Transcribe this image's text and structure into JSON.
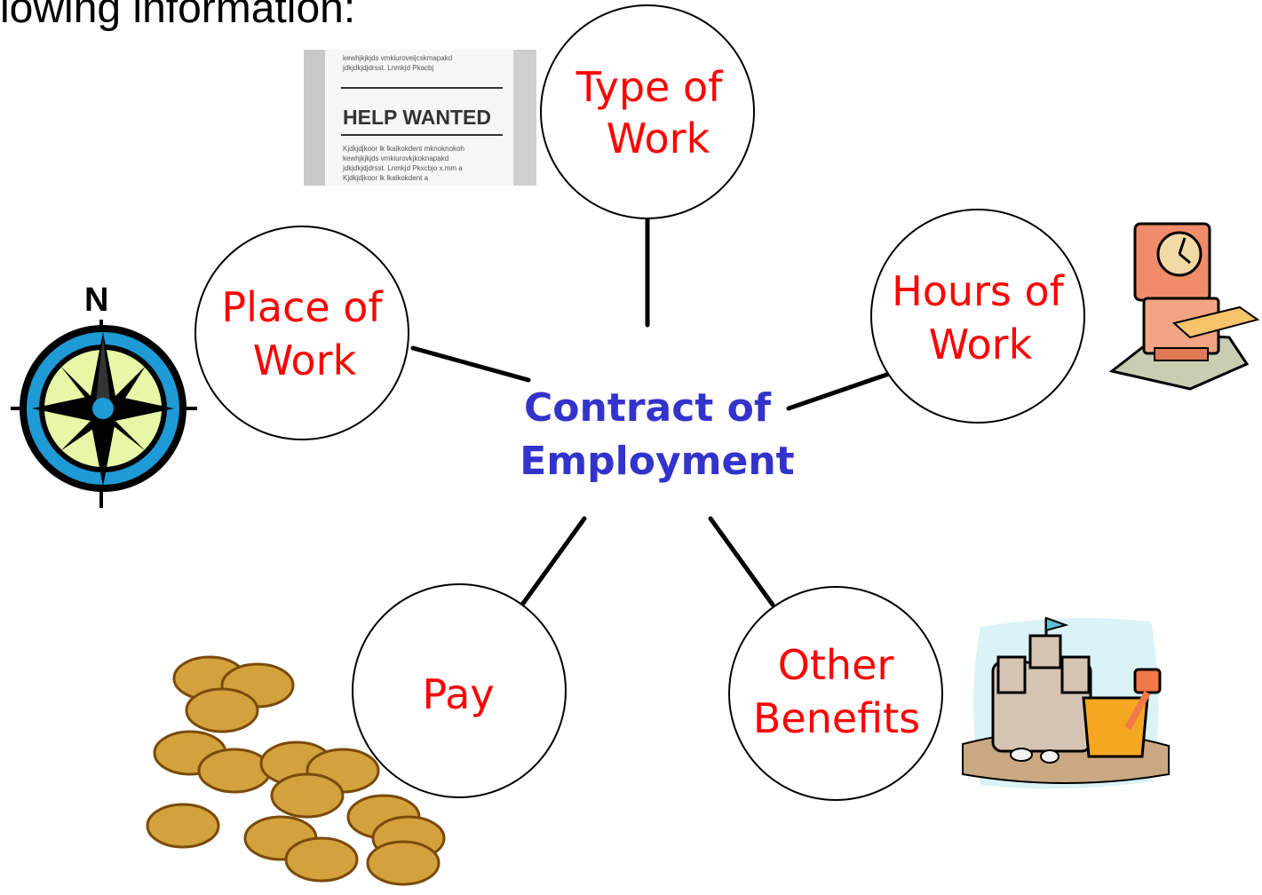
{
  "heading": "lowing information:",
  "center": {
    "line1": "Contract of",
    "line2": "Employment"
  },
  "nodes": {
    "type_of_work": {
      "line1": "Type of",
      "line2": "Work"
    },
    "place_of_work": {
      "line1": "Place of",
      "line2": "Work"
    },
    "hours_of_work": {
      "line1": "Hours of",
      "line2": "Work"
    },
    "pay": {
      "line1": "Pay"
    },
    "other_benefits": {
      "line1": "Other",
      "line2": "Benefits"
    }
  },
  "newspaper": {
    "headline": "HELP WANTED",
    "body_lines": [
      "kewhjkjkjds vmkiuroveijcskmapakd",
      "jdkjdkjdjdrsst. Lnmkjd Pkacbj",
      "Kjdkjdjkoor  lk lkalkokdent mknoknokoh",
      "kewhjkjkjds vmkiurovkjkoknapakd",
      "jdkjdkjdjdrsst. Lnmkjd Pkxcbjo x.mm a",
      "Kjdkjdjkoor  lk lkalkokdent a"
    ]
  },
  "compass_letter": "N",
  "colors": {
    "node_text": "#ff0000",
    "center_text": "#3333cc",
    "line": "#000000",
    "compass_blue": "#1e9ad6",
    "compass_face": "#e6f7a6",
    "coin": "#d4a23c",
    "clock_body": "#f08c6a",
    "bucket": "#f5a623"
  },
  "icons": [
    "newspaper-icon",
    "compass-icon",
    "time-clock-icon",
    "coins-icon",
    "sandcastle-icon"
  ]
}
